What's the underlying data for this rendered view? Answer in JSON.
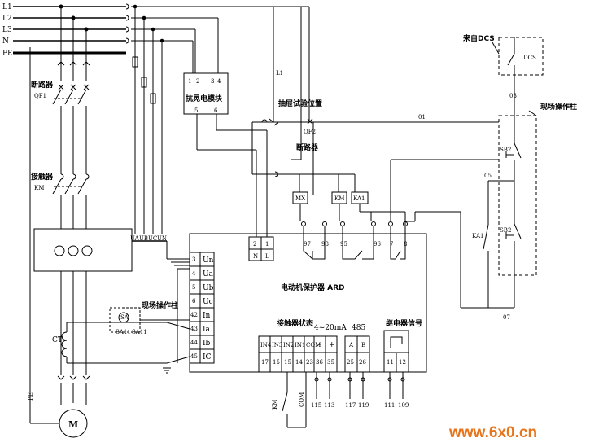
{
  "buses": [
    "L1",
    "L2",
    "L3",
    "N",
    "PE"
  ],
  "breaker_qf1": {
    "label": "断路器",
    "tag": "QF1"
  },
  "contactor_km": {
    "label": "接触器",
    "tag": "KM"
  },
  "anti_sag": {
    "title": "抗晃电模块",
    "pins_top": [
      "1",
      "2",
      "3",
      "4"
    ],
    "pins_bottom": [
      "5",
      "6"
    ]
  },
  "l1_tag": "L1",
  "drawout": {
    "label": "抽屉试验位置"
  },
  "qf2": {
    "tag": "QF2",
    "label": "断路器"
  },
  "dcs": {
    "label": "来自DCS",
    "contact": "DCS",
    "wire_03": "03"
  },
  "wire_01": "01",
  "wire_05": "05",
  "wire_07": "07",
  "field_column_right": {
    "label": "现场操作柱",
    "sb1": "SB2",
    "sb2": "SB2"
  },
  "ka1_contact": "KA1",
  "relays": [
    "MX",
    "KM",
    "KA1"
  ],
  "protector_title": "电动机保护器 ARD",
  "top_terminals": [
    "97",
    "98",
    "95",
    "96",
    "7",
    "8"
  ],
  "supply_terminals": {
    "numbers": [
      "2",
      "1"
    ],
    "labels": [
      "N",
      "L"
    ]
  },
  "voltage_labels": [
    "UA",
    "UB",
    "UC",
    "UN"
  ],
  "io_terminals": [
    {
      "num": "3",
      "label": "Un"
    },
    {
      "num": "4",
      "label": "Ua"
    },
    {
      "num": "5",
      "label": "Ub"
    },
    {
      "num": "6",
      "label": "Uc"
    },
    {
      "num": "42",
      "label": "In"
    },
    {
      "num": "43",
      "label": "Ia"
    },
    {
      "num": "44",
      "label": "Ib"
    },
    {
      "num": "45",
      "label": "IC"
    }
  ],
  "groups": {
    "contactor_status": "接触器状态",
    "analog": "4~20mA",
    "comm": "485",
    "relay_out": "继电器信号"
  },
  "group_headers": [
    "IN4",
    "IN3",
    "IN2",
    "IN1",
    "COM",
    "-",
    "+",
    "A",
    "B"
  ],
  "group_terminals": [
    "17",
    "15",
    "15",
    "14",
    "23",
    "36",
    "35",
    "25",
    "26",
    "11",
    "12"
  ],
  "bottom_wires": [
    "115",
    "113",
    "117",
    "119",
    "111",
    "109"
  ],
  "km_aux": {
    "label": "KM",
    "com": "COM"
  },
  "field_column_left": {
    "label": "现场操作柱",
    "sa": "SA",
    "left": "SA11",
    "right": "SA11"
  },
  "ct": "CT",
  "pe_label": "PE",
  "motor": "M",
  "watermark": "www.6x0.cn",
  "colors": {
    "line": "#000000",
    "watermark": "#e8741b"
  }
}
